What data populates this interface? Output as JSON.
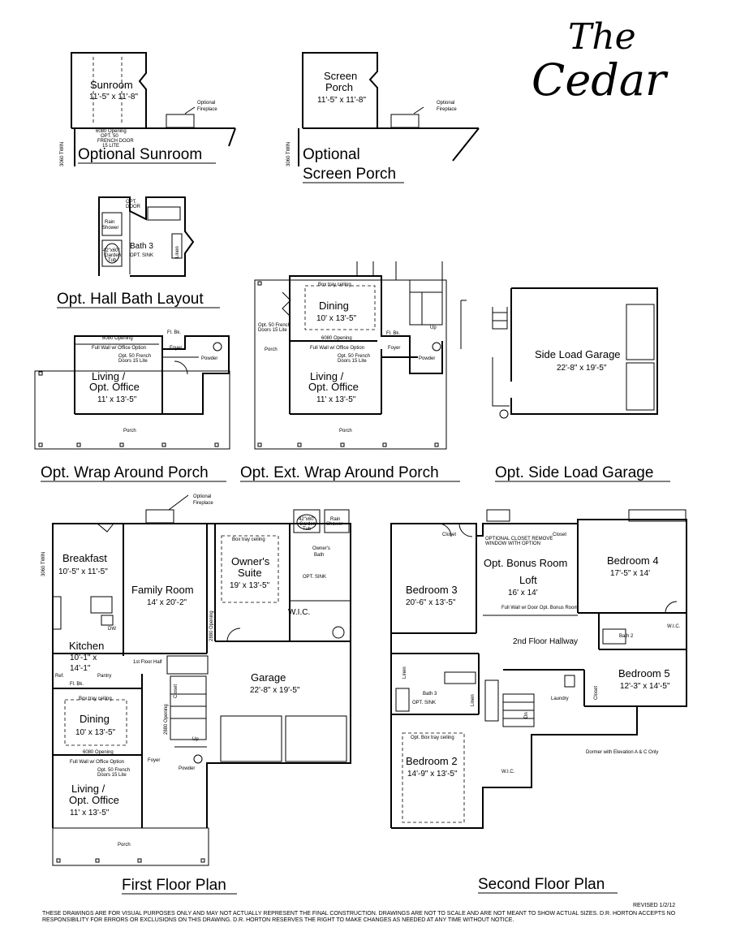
{
  "title": {
    "line1": "The",
    "line2": "Cedar"
  },
  "revised": "REVISED 1/2/12",
  "disclaimer": "THESE DRAWINGS ARE FOR VISUAL PURPOSES ONLY AND MAY NOT ACTUALLY REPRESENT THE FINAL CONSTRUCTION. DRAWINGS ARE NOT TO SCALE AND ARE NOT MEANT TO SHOW ACTUAL SIZES. D.R. HORTON ACCEPTS NO RESPONSIBILITY FOR ERRORS OR EXCLUSIONS ON THIS DRAWING. D.R. HORTON RESERVES THE RIGHT TO MAKE CHANGES AS NEEDED AT ANY TIME WITHOUT NOTICE.",
  "captions": {
    "sunroom": "Optional Sunroom",
    "screen_porch_1": "Optional",
    "screen_porch_2": "Screen Porch",
    "hall_bath": "Opt. Hall Bath Layout",
    "wrap": "Opt. Wrap Around Porch",
    "ext_wrap": "Opt. Ext. Wrap Around Porch",
    "side_garage": "Opt. Side Load Garage",
    "first_floor": "First Floor Plan",
    "second_floor": "Second Floor Plan"
  },
  "sunroom": {
    "name": "Sunroom",
    "dims": "11'-5\" x 11'-8\"",
    "fireplace": [
      "Optional",
      "Fireplace"
    ],
    "opening": [
      "6080 Opening",
      "OPT. 50",
      "FRENCH DOOR",
      "15 LITE"
    ],
    "twin": "3060 TWIN"
  },
  "screen_porch": {
    "name1": "Screen",
    "name2": "Porch",
    "dims": "11'-5\" x 11'-8\"",
    "fireplace": [
      "Optional",
      "Fireplace"
    ],
    "twin": "3060 TWIN"
  },
  "hall_bath": {
    "bath": "Bath 3",
    "shower": [
      "Rain",
      "Shower"
    ],
    "tub": [
      "42\"x60\"",
      "Garden",
      "Tub"
    ],
    "linen": "Linen",
    "sink": "OPT. SINK",
    "door": [
      "OPT.",
      "DOOR"
    ]
  },
  "wrap_porch": {
    "living": "Living /",
    "office": "Opt. Office",
    "dims": "11' x 13'-5\"",
    "porch": "Porch",
    "foyer": "Foyer",
    "powder": "Powder",
    "opening": "6080 Opening",
    "wall": "Full Wall w/ Office Option",
    "french": [
      "Opt. 50 French",
      "Doors 15 Lite"
    ],
    "flbk": "Fl. Bk."
  },
  "ext_wrap": {
    "dining": "Dining",
    "dining_dims": "10' x 13'-5\"",
    "tray": "Box tray ceiling",
    "living": "Living /",
    "office": "Opt. Office",
    "dims": "11' x 13'-5\"",
    "porch_side": "Porch",
    "porch": "Porch",
    "foyer": "Foyer",
    "powder": "Powder",
    "opening": "6080 Opening",
    "wall": "Full Wall w/ Office Option",
    "french": [
      "Opt. 50 French",
      "Doors 15 Lite"
    ],
    "side_french": [
      "Opt. 50 French",
      "Doors 15 Lite"
    ],
    "flbk": "Fl. Bk.",
    "up": "Up"
  },
  "side_garage": {
    "name": "Side Load Garage",
    "dims": "22'-8\" x 19'-5\""
  },
  "first_floor": {
    "fireplace": [
      "Optional",
      "Fireplace"
    ],
    "breakfast": "Breakfast",
    "breakfast_dims": "10'-5\" x 11'-5\"",
    "family": "Family Room",
    "family_dims": "14' x 20'-2\"",
    "owners": "Owner's",
    "suite": "Suite",
    "owners_dims": "19' x 13'-5\"",
    "owners_bath": [
      "Owner's",
      "Bath"
    ],
    "tray": "Box tray ceiling",
    "tub": [
      "42\"x60\"",
      "Garden",
      "Tub"
    ],
    "shower": [
      "Rain",
      "Shower"
    ],
    "sink": "OPT. SINK",
    "wic": "W.I.C.",
    "kitchen": "Kitchen",
    "kitchen_dims1": "10'-1\" x",
    "kitchen_dims2": "14'-1\"",
    "dw": "DW",
    "ref": "Ref.",
    "pantry": "Pantry",
    "flbk": "Fl. Bk.",
    "half_wall": "1st Floor Half",
    "closet": "Closet",
    "garage": "Garage",
    "garage_dims": "22'-8\" x 19'-5\"",
    "dining": "Dining",
    "dining_dims": "10' x 13'-5\"",
    "dining_tray": "Box tray ceiling",
    "living": "Living /",
    "office": "Opt. Office",
    "living_dims": "11' x 13'-5\"",
    "opening": "6080 Opening",
    "wall": "Full Wall w/ Office Option",
    "french": [
      "Opt. 50 French",
      "Doors 15 Lite"
    ],
    "foyer": "Foyer",
    "powder": "Powder",
    "porch": "Porch",
    "up": "Up",
    "twin": "3060 TWIN",
    "opening2": "2880 Opening",
    "opening3": "2880 Opening"
  },
  "second_floor": {
    "closet1": "Closet",
    "bonus_note": [
      "OPTIONAL CLOSET REMOVE",
      "WINDOW WITH OPTION"
    ],
    "closet2": "Closet",
    "bonus": "Opt. Bonus Room",
    "loft": "Loft",
    "loft_dims": "16' x 14'",
    "bonus_wall": "Full Wall w/ Door Opt. Bonus Room",
    "bed4": "Bedroom 4",
    "bed4_dims": "17'-5\" x 14'",
    "bed3": "Bedroom 3",
    "bed3_dims": "20'-6\" x 13'-5\"",
    "hall": "2nd Floor Hallway",
    "bath2": "Bath 2",
    "wic4": "W.I.C.",
    "bed5": "Bedroom 5",
    "bed5_dims": "12'-3\" x 14'-5\"",
    "closet5": "Closet",
    "laundry": "Laundry",
    "linen1": "Linen",
    "linen2": "Linen",
    "bath3": "Bath 3",
    "sink": "OPT. SINK",
    "bed2": "Bedroom 2",
    "bed2_dims": "14'-9\" x 13'-5\"",
    "bed2_tray": "Opt. Box tray ceiling",
    "wic2": "W.I.C.",
    "dormer": "Dormer with Elevation A & C Only",
    "dn": "Dn"
  }
}
